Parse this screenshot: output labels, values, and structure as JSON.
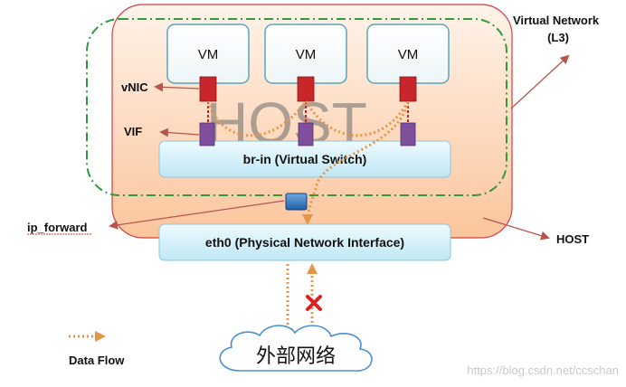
{
  "host_watermark": "HOST",
  "vms": [
    {
      "label": "VM"
    },
    {
      "label": "VM"
    },
    {
      "label": "VM"
    }
  ],
  "bridge_label": "br-in (Virtual Switch)",
  "eth_label": "eth0 (Physical Network Interface)",
  "cloud_label": "外部网络",
  "labels": {
    "virtual_network_line1": "Virtual Network",
    "virtual_network_line2": "(L3)",
    "vnic": "vNIC",
    "vif": "VIF",
    "ip_forward": "ip_forward",
    "host": "HOST",
    "data_flow": "Data Flow"
  },
  "watermark_text": "https://blog.csdn.net/ccschan",
  "colors": {
    "host_fill": "#fcd9bf",
    "host_border": "#d04040",
    "vm_fill": "#ffffff",
    "vm_border": "#5aa6b8",
    "switch_fill": "#d6f0f8",
    "vnic": "#c8262a",
    "vif": "#7f4f9e",
    "flow": "#e39548",
    "dashdot": "#2e9b3c",
    "arrow": "#b85450",
    "blocked": "#e02020"
  }
}
